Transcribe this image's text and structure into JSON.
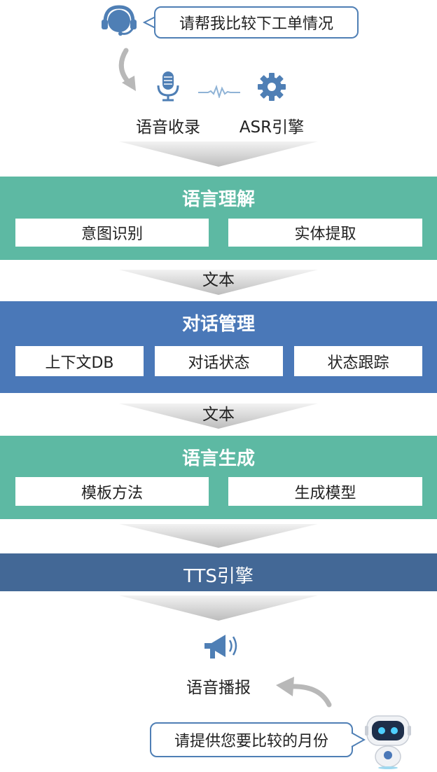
{
  "user_request": "请帮我比较下工单情况",
  "input_stage": {
    "mic_label": "语音收录",
    "asr_label": "ASR引擎"
  },
  "nlu": {
    "title": "语言理解",
    "items": [
      "意图识别",
      "实体提取"
    ]
  },
  "flow_label_1": "文本",
  "dm": {
    "title": "对话管理",
    "items": [
      "上下文DB",
      "对话状态",
      "状态跟踪"
    ]
  },
  "flow_label_2": "文本",
  "nlg": {
    "title": "语言生成",
    "items": [
      "模板方法",
      "生成模型"
    ]
  },
  "tts": {
    "title": "TTS引擎"
  },
  "output_stage": {
    "speaker_label": "语音播报"
  },
  "bot_reply": "请提供您要比较的月份",
  "colors": {
    "teal": "#5db9a3",
    "blue": "#4a78b8",
    "navy": "#436896",
    "funnel": "#c8c8c8",
    "icon_blue": "#4f7fb5"
  }
}
